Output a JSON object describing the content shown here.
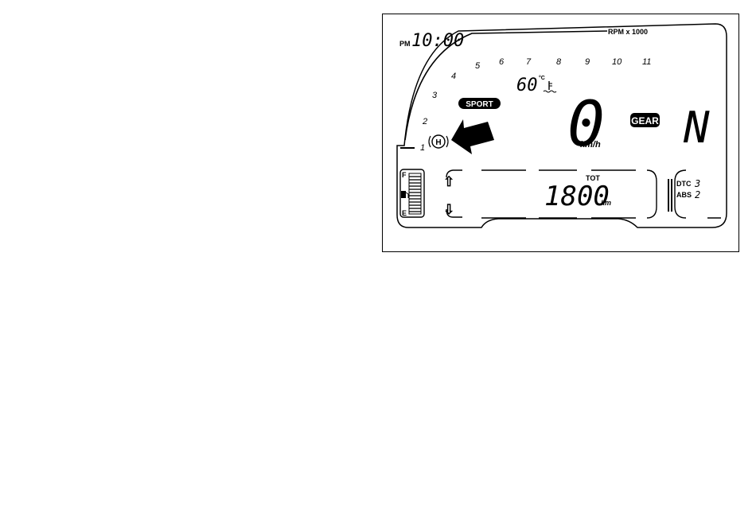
{
  "clock": {
    "period": "PM",
    "time": "10:00"
  },
  "tachometer": {
    "label": "RPM x 1000",
    "scale": [
      "1",
      "2",
      "3",
      "4",
      "5",
      "6",
      "7",
      "8",
      "9",
      "10",
      "11"
    ]
  },
  "temperature": {
    "value": "60",
    "unit": "°C",
    "icon": "coolant-thermometer-icon"
  },
  "mode": {
    "label": "SPORT"
  },
  "speed": {
    "value": "0",
    "unit": "km/h"
  },
  "gear": {
    "label": "GEAR",
    "value": "N"
  },
  "hold": {
    "icon": "hold-h-icon",
    "symbol": "H"
  },
  "fuel": {
    "full": "F",
    "empty": "E",
    "icon": "fuel-pump-icon"
  },
  "odometer": {
    "label": "TOT",
    "value": "1800",
    "unit": "km"
  },
  "shift": {
    "up": "⇧",
    "down": "⇩"
  },
  "status": {
    "dtc_label": "DTC",
    "dtc_value": "3",
    "abs_label": "ABS",
    "abs_value": "2"
  },
  "colors": {
    "ink": "#000000",
    "background": "#ffffff"
  }
}
